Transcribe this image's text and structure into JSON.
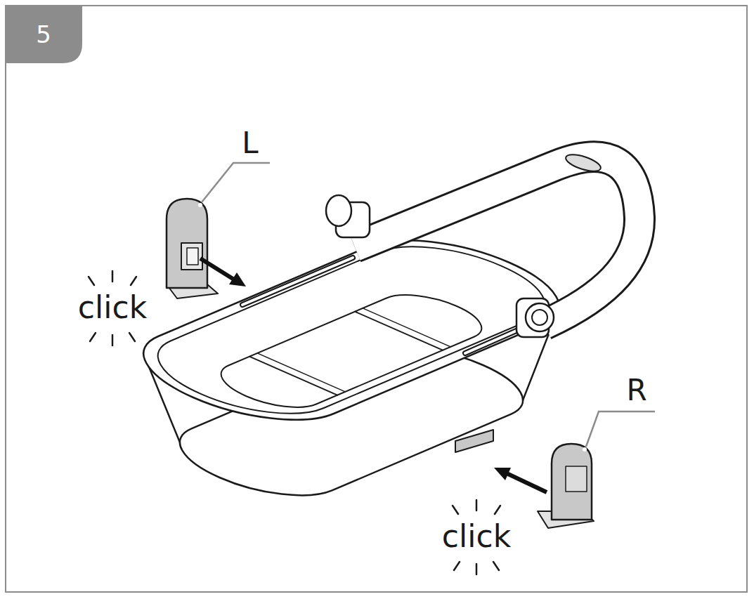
{
  "diagram": {
    "labels": [
      "5",
      "L",
      "click",
      "R",
      "click"
    ]
  }
}
